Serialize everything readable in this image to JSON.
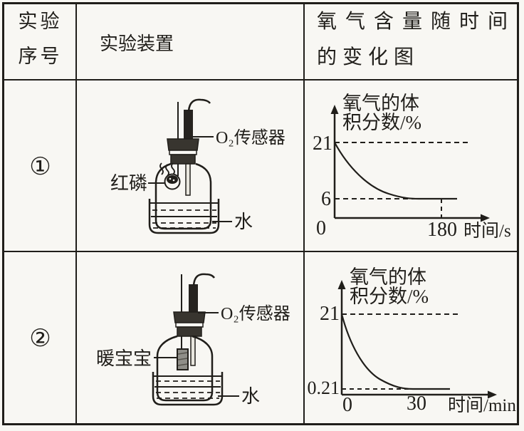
{
  "colors": {
    "paper": "#f8f7f3",
    "ink": "#201e1a",
    "stopper": "#38352f",
    "sensor_rod": "#26231f",
    "warm_pack": "#8f8e88"
  },
  "header": {
    "experiment_no_line1": "实验",
    "experiment_no_line2": "序号",
    "apparatus": "实验装置",
    "graph_title_line1": "氧气含量随时间",
    "graph_title_line2": "的变化图"
  },
  "rows": [
    {
      "index": "①",
      "apparatus": {
        "sensor": "O₂传感器",
        "substance": "红磷",
        "water": "水"
      },
      "graph": {
        "ylabel_line1": "氧气的体",
        "ylabel_line2": "积分数/%",
        "y_top": "21",
        "y_plateau": "6",
        "x_origin": "0",
        "x_plateau": "180",
        "xlabel": "时间/s"
      }
    },
    {
      "index": "②",
      "apparatus": {
        "sensor": "O₂传感器",
        "substance": "暖宝宝",
        "water": "水"
      },
      "graph": {
        "ylabel_line1": "氧气的体",
        "ylabel_line2": "积分数/%",
        "y_top": "21",
        "y_plateau": "0.21",
        "x_origin": "0",
        "x_plateau": "30",
        "xlabel": "时间/min"
      }
    }
  ],
  "chart_data": [
    {
      "type": "line",
      "title": "氧气含量随时间的变化图 (实验①)",
      "ylabel": "氧气的体积分数/%",
      "xlabel": "时间/s",
      "x_ticks": [
        0,
        180
      ],
      "y_ticks": [
        21,
        6
      ],
      "xlim": [
        0,
        210
      ],
      "ylim": [
        0,
        23
      ],
      "grid": false,
      "legend_position": "none",
      "series": [
        {
          "name": "实验①红磷",
          "x": [
            0,
            20,
            40,
            60,
            80,
            100,
            120,
            140,
            160,
            180,
            200
          ],
          "y": [
            21,
            17.2,
            14.1,
            11.7,
            9.8,
            8.4,
            7.4,
            6.7,
            6.2,
            6,
            6
          ]
        }
      ],
      "start_value": 21,
      "plateau_value": 6,
      "plateau_time": 180
    },
    {
      "type": "line",
      "title": "氧气含量随时间的变化图 (实验②)",
      "ylabel": "氧气的体积分数/%",
      "xlabel": "时间/min",
      "x_ticks": [
        0,
        30
      ],
      "y_ticks": [
        21,
        0.21
      ],
      "xlim": [
        0,
        36
      ],
      "ylim": [
        0,
        23
      ],
      "grid": false,
      "legend_position": "none",
      "series": [
        {
          "name": "实验②暖宝宝",
          "x": [
            0,
            5,
            10,
            15,
            20,
            25,
            30,
            36
          ],
          "y": [
            21,
            13.2,
            8.2,
            5.0,
            2.9,
            1.4,
            0.21,
            0.21
          ]
        }
      ],
      "start_value": 21,
      "plateau_value": 0.21,
      "plateau_time": 30
    }
  ]
}
